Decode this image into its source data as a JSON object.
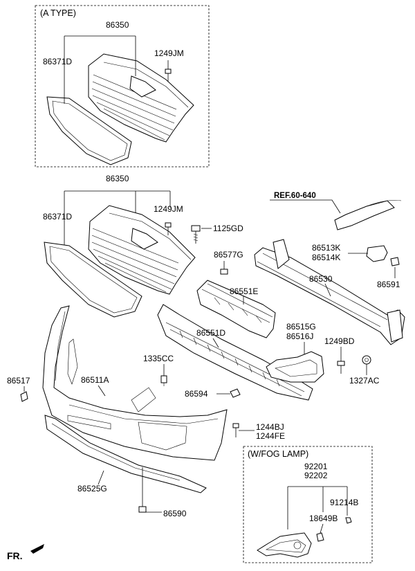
{
  "boxes": {
    "a_type_header": "(A TYPE)",
    "fog_lamp_header": "(W/FOG LAMP)"
  },
  "labels": {
    "a_86350": "86350",
    "a_86371D": "86371D",
    "a_1249JM": "1249JM",
    "m_86350": "86350",
    "m_86371D": "86371D",
    "m_1249JM": "1249JM",
    "m_1125GD": "1125GD",
    "ref": "REF.60-640",
    "p_86577G": "86577G",
    "p_86513K": "86513K",
    "p_86514K": "86514K",
    "p_86530": "86530",
    "p_86591": "86591",
    "p_86551E": "86551E",
    "p_86551D": "86551D",
    "p_86515G": "86515G",
    "p_86516J": "86516J",
    "p_1249BD": "1249BD",
    "p_1327AC": "1327AC",
    "p_1335CC": "1335CC",
    "p_86517": "86517",
    "p_86511A": "86511A",
    "p_86594": "86594",
    "p_1244BJ": "1244BJ",
    "p_1244FE": "1244FE",
    "p_86525G": "86525G",
    "p_86590": "86590",
    "f_92201": "92201",
    "f_92202": "92202",
    "f_91214B": "91214B",
    "f_18649B": "18649B",
    "fr": "FR."
  }
}
